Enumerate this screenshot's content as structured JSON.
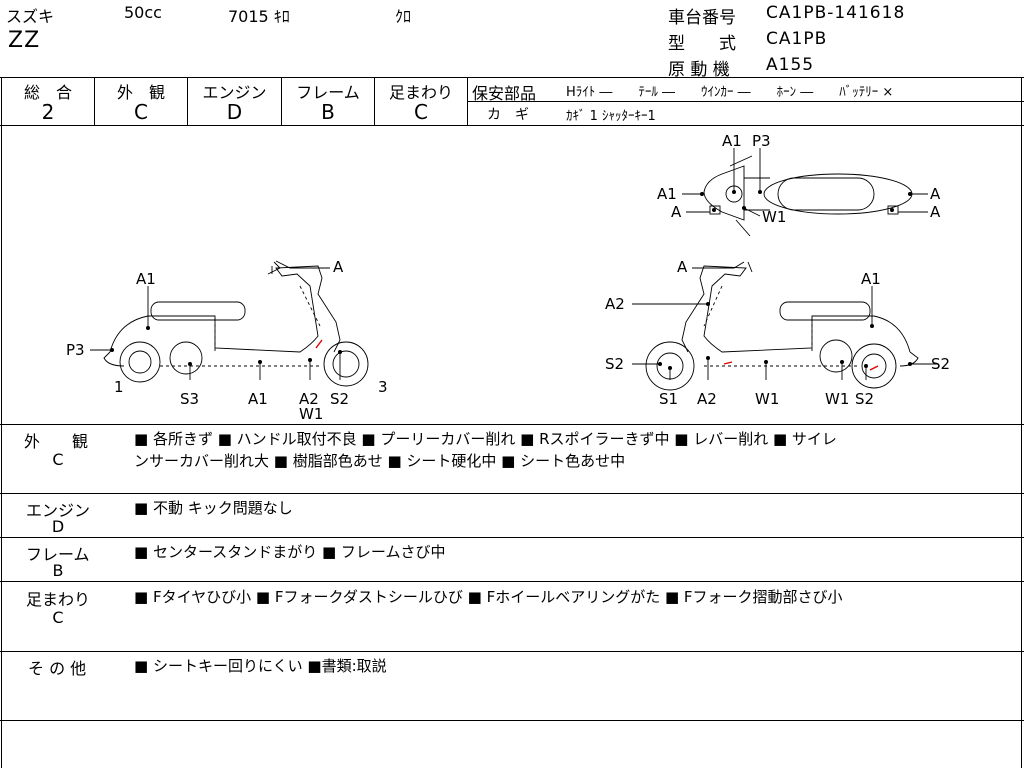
{
  "header": {
    "maker": "スズキ",
    "displacement": "50cc",
    "mileage": "7015 ｷﾛ",
    "color": "ｸﾛ",
    "model": "ZZ",
    "frame_no_label": "車台番号",
    "frame_no": "CA1PB-141618",
    "type_label": "型　　式",
    "type_value": "CA1PB",
    "engine_label": "原 動 機",
    "engine_value": "A155"
  },
  "grades": [
    {
      "label": "総　合",
      "value": "2"
    },
    {
      "label": "外　観",
      "value": "C"
    },
    {
      "label": "エンジン",
      "value": "D"
    },
    {
      "label": "フレーム",
      "value": "B"
    },
    {
      "label": "足まわり",
      "value": "C"
    }
  ],
  "safety": {
    "label": "保安部品",
    "items": "Hﾗｲﾄ ―　　ﾃｰﾙ ―　　ｳｲﾝｶｰ ―　　ﾎｰﾝ ―　　ﾊﾞｯﾃﾘｰ ×",
    "key_label": "カ　ギ",
    "key_value": "ｶｷﾞ 1 ｼｬｯﾀｰｷｰ1"
  },
  "diagram": {
    "left": {
      "A1_top": "A1",
      "A_bar": "A",
      "P3": "P3",
      "n1": "1",
      "n3": "3",
      "S3": "S3",
      "A1_bot": "A1",
      "A2": "A2",
      "W1": "W1",
      "S2": "S2"
    },
    "right": {
      "A_bar": "A",
      "A1_top": "A1",
      "A2": "A2",
      "S2_l": "S2",
      "S2_r": "S2",
      "S1": "S1",
      "A2_bot": "A2",
      "W1_a": "W1",
      "W1_b": "W1",
      "S2_bot": "S2"
    },
    "top": {
      "A1": "A1",
      "P3": "P3",
      "A1_l": "A1",
      "A_l": "A",
      "W1": "W1",
      "A_r1": "A",
      "A_r2": "A"
    }
  },
  "sections": [
    {
      "title": "外　　観",
      "grade": "C",
      "line1": "■ 各所きず ■ ハンドル取付不良 ■ プーリーカバー削れ ■ Rスポイラーきず中 ■ レバー削れ ■ サイレ",
      "line2": "ンサーカバー削れ大 ■ 樹脂部色あせ ■ シート硬化中 ■ シート色あせ中"
    },
    {
      "title": "エンジン",
      "grade": "D",
      "line1": "■ 不動 キック問題なし"
    },
    {
      "title": "フレーム",
      "grade": "B",
      "line1": "■ センタースタンドまがり ■ フレームさび中"
    },
    {
      "title": "足まわり",
      "grade": "C",
      "line1": "■ Fタイヤひび小 ■ Fフォークダストシールひび ■ Fホイールベアリングがた ■ Fフォーク摺動部さび小"
    },
    {
      "title": "そ の 他",
      "grade": "",
      "line1": "■ シートキー回りにくい ■書類:取説"
    }
  ]
}
